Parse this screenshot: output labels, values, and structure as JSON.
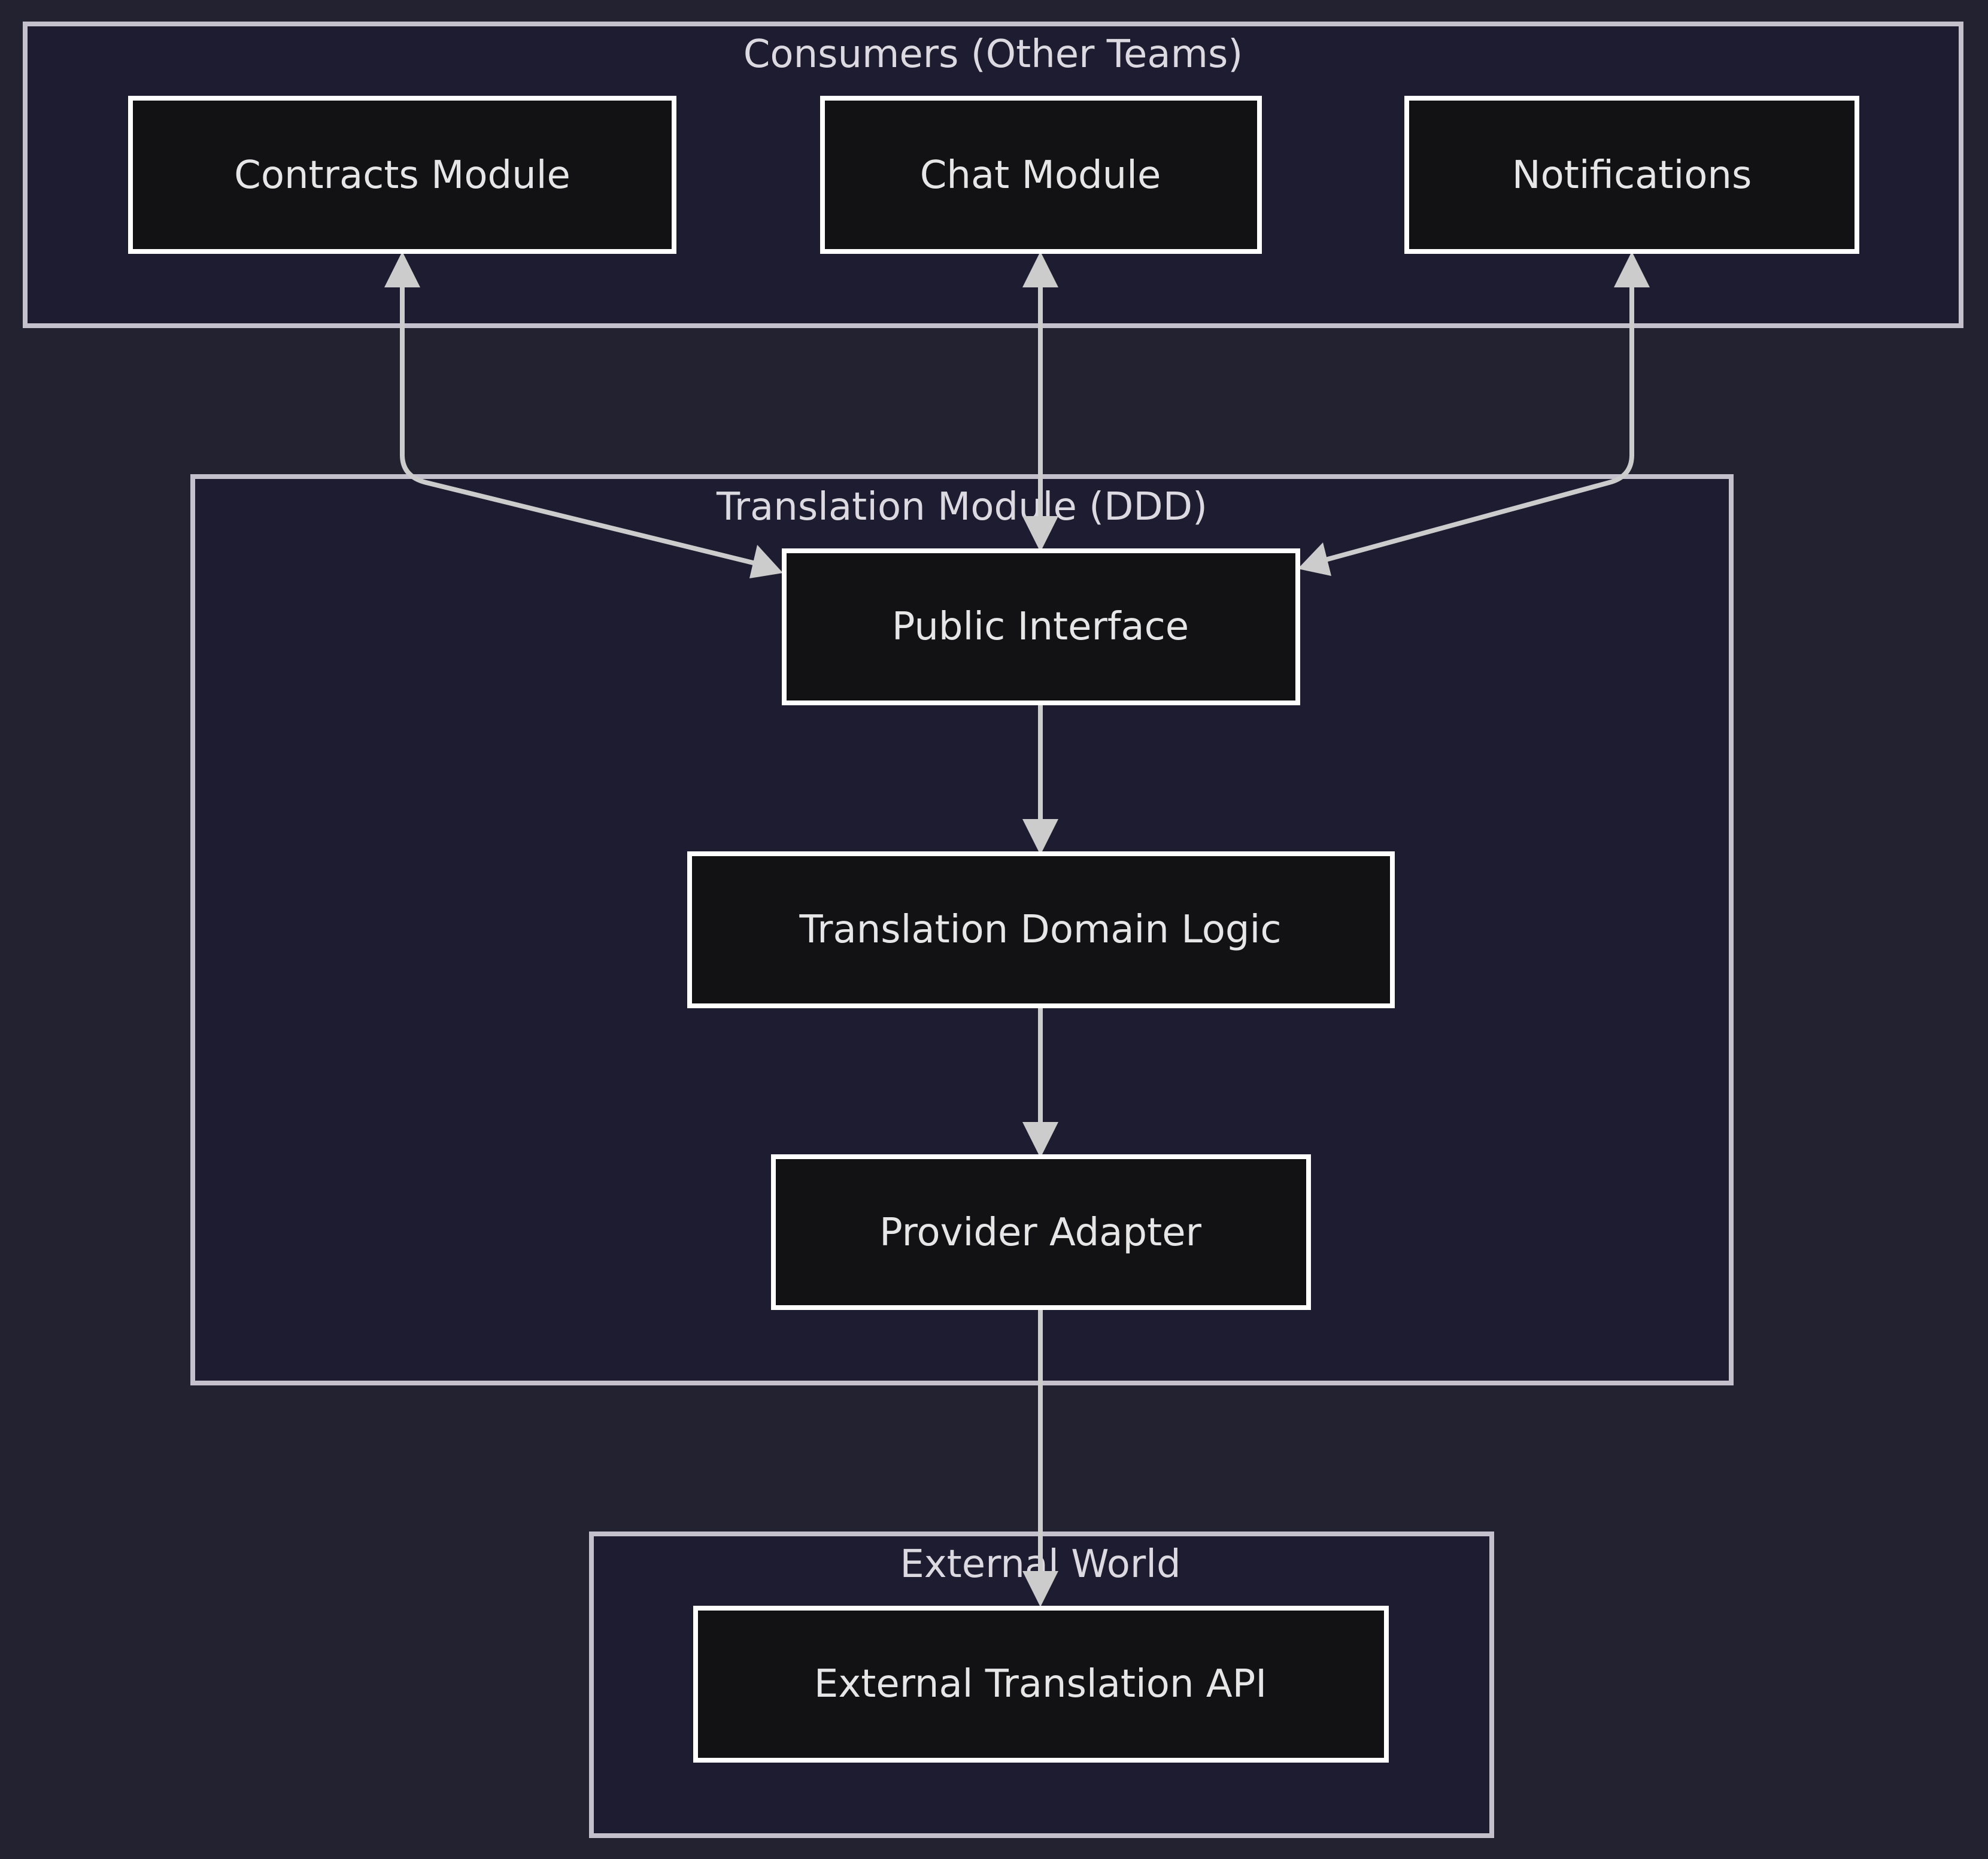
{
  "clusters": {
    "consumers": {
      "title": "Consumers (Other Teams)"
    },
    "translation": {
      "title": "Translation Module (DDD)"
    },
    "external": {
      "title": "External World"
    }
  },
  "nodes": {
    "contracts": {
      "label": "Contracts Module"
    },
    "chat": {
      "label": "Chat Module"
    },
    "notifications": {
      "label": "Notifications"
    },
    "public_interface": {
      "label": "Public Interface"
    },
    "domain_logic": {
      "label": "Translation Domain Logic"
    },
    "provider_adapter": {
      "label": "Provider Adapter"
    },
    "external_api": {
      "label": "External Translation API"
    }
  },
  "edges": [
    {
      "from": "contracts",
      "to": "public_interface",
      "direction": "both"
    },
    {
      "from": "chat",
      "to": "public_interface",
      "direction": "both"
    },
    {
      "from": "notifications",
      "to": "public_interface",
      "direction": "both"
    },
    {
      "from": "public_interface",
      "to": "domain_logic",
      "direction": "forward"
    },
    {
      "from": "domain_logic",
      "to": "provider_adapter",
      "direction": "forward"
    },
    {
      "from": "provider_adapter",
      "to": "external_api",
      "direction": "forward"
    }
  ],
  "colors": {
    "background": "#232230",
    "cluster_fill": "#1e1c30",
    "cluster_border": "#c4c0cc",
    "node_fill": "#121214",
    "node_border": "#ffffff",
    "edge": "#cccccc",
    "text": "#e6e6e6"
  }
}
